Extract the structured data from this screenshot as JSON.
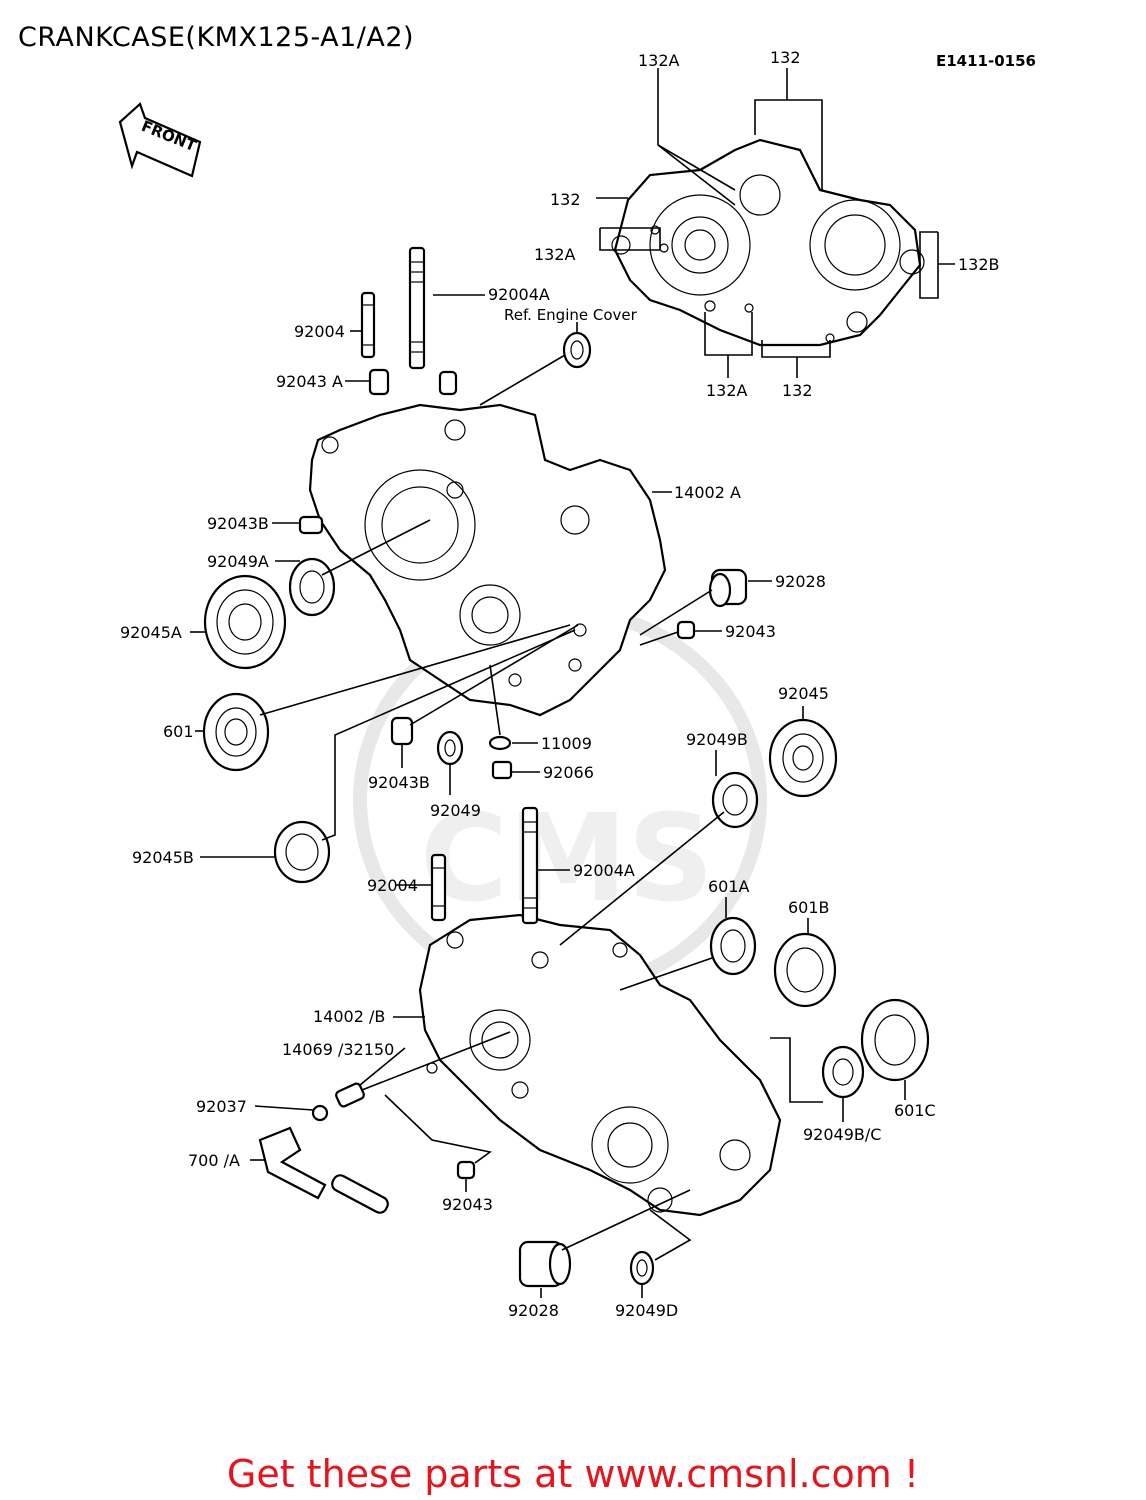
{
  "title": "CRANKCASE(KMX125-A1/A2)",
  "diagram_code": "E1411-0156",
  "front_label": "FRONT",
  "ref_note": "Ref. Engine Cover",
  "footer": "Get these parts at www.cmsnl.com !",
  "watermark": "CMS",
  "callouts": [
    "132A",
    "132",
    "132",
    "132A",
    "132B",
    "132A",
    "132",
    "92004A",
    "92004",
    "92043 A",
    "14002 A",
    "92043B",
    "92049A",
    "92028",
    "92045A",
    "92043",
    "601",
    "92045",
    "11009",
    "92049B",
    "92066",
    "92043B",
    "92049",
    "92045B",
    "92004A",
    "92004",
    "601A",
    "601B",
    "14002 /B",
    "14069 /32150",
    "92037",
    "700 /A",
    "92043",
    "92049B/C",
    "601C",
    "92028",
    "92049D"
  ]
}
